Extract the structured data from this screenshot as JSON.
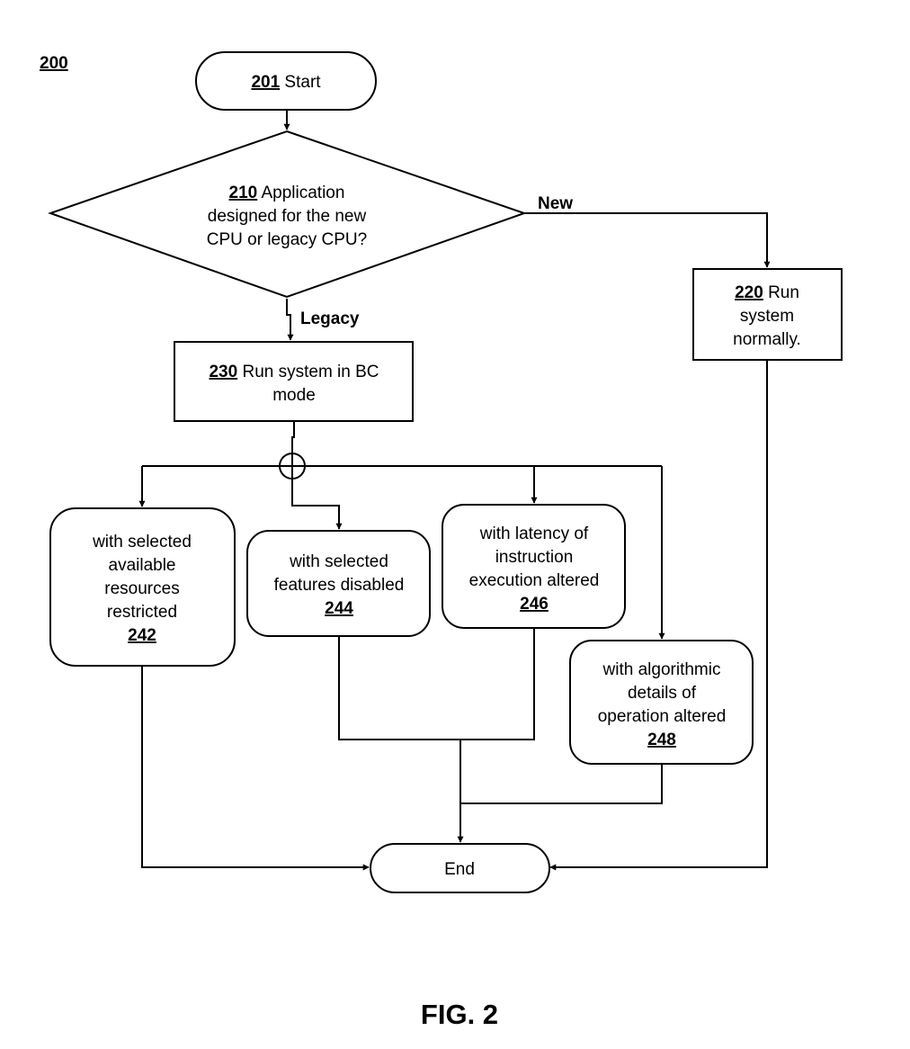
{
  "diagram_id": "200",
  "figure_caption": "FIG. 2",
  "nodes": {
    "start": {
      "number": "201",
      "text": "Start"
    },
    "decision": {
      "number": "210",
      "line1": "Application",
      "line2": "designed for the new",
      "line3": "CPU or legacy CPU?"
    },
    "run_normal": {
      "number": "220",
      "line1": "Run",
      "line2": "system",
      "line3": "normally."
    },
    "bc_mode": {
      "number": "230",
      "line1": "Run system in BC",
      "line2": "mode"
    },
    "opt_resources": {
      "line1": "with selected",
      "line2": "available",
      "line3": "resources",
      "line4": "restricted",
      "number": "242"
    },
    "opt_features": {
      "line1": "with selected",
      "line2": "features disabled",
      "number": "244"
    },
    "opt_latency": {
      "line1": "with latency of",
      "line2": "instruction",
      "line3": "execution altered",
      "number": "246"
    },
    "opt_algorithmic": {
      "line1": "with algorithmic",
      "line2": "details of",
      "line3": "operation altered",
      "number": "248"
    },
    "end": {
      "text": "End"
    }
  },
  "edge_labels": {
    "new": "New",
    "legacy": "Legacy"
  }
}
